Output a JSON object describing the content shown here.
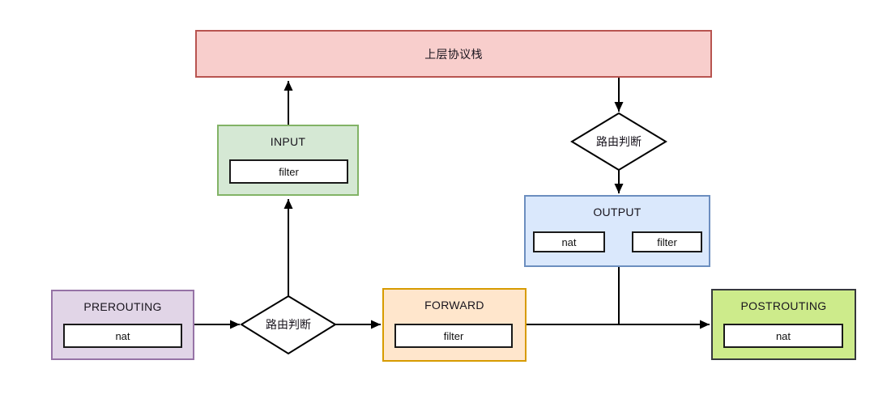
{
  "diagram": {
    "background": "#ffffff",
    "line_color": "#000000",
    "table_box_style": {
      "fill": "#ffffff",
      "border": "#1a1a1a"
    },
    "nodes": {
      "protocol_stack": {
        "label": "上层协议栈",
        "fill": "#f8cecc",
        "border": "#b85450"
      },
      "input": {
        "label": "INPUT",
        "tables": [
          "filter"
        ],
        "fill": "#d5e8d4",
        "border": "#82b366"
      },
      "output": {
        "label": "OUTPUT",
        "tables": [
          "nat",
          "filter"
        ],
        "fill": "#dae8fc",
        "border": "#6c8ebf"
      },
      "prerouting": {
        "label": "PREROUTING",
        "tables": [
          "nat"
        ],
        "fill": "#e1d5e7",
        "border": "#9673a6"
      },
      "forward": {
        "label": "FORWARD",
        "tables": [
          "filter"
        ],
        "fill": "#ffe6cc",
        "border": "#d79b00"
      },
      "postrouting": {
        "label": "POSTROUTING",
        "tables": [
          "nat"
        ],
        "fill": "#cdeb8b",
        "border": "#36393d"
      },
      "routing_decision_top": {
        "label": "路由判断",
        "fill": "#ffffff",
        "border": "#000000"
      },
      "routing_decision_bottom": {
        "label": "路由判断",
        "fill": "#ffffff",
        "border": "#000000"
      }
    },
    "edges": [
      {
        "from": "prerouting",
        "to": "routing_decision_bottom",
        "arrow": true
      },
      {
        "from": "routing_decision_bottom",
        "to": "input",
        "arrow": true
      },
      {
        "from": "input",
        "to": "protocol_stack",
        "arrow": true
      },
      {
        "from": "protocol_stack",
        "to": "routing_decision_top",
        "arrow": true
      },
      {
        "from": "routing_decision_top",
        "to": "output",
        "arrow": true
      },
      {
        "from": "output",
        "to": "forward_postrouting_line",
        "arrow": false
      },
      {
        "from": "routing_decision_bottom",
        "to": "forward",
        "arrow": true
      },
      {
        "from": "forward",
        "to": "postrouting",
        "arrow": true
      },
      {
        "from": "output.nat",
        "to": "output.filter",
        "arrow": true
      }
    ]
  }
}
